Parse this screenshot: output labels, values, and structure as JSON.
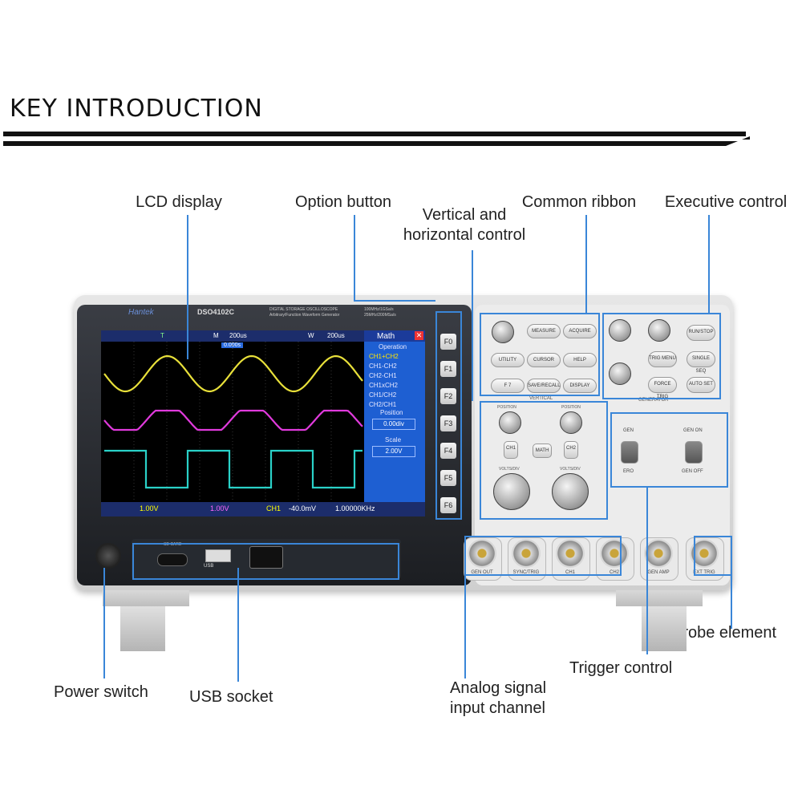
{
  "page": {
    "title": "KEY INTRODUCTION"
  },
  "callouts": {
    "lcd_display": "LCD display",
    "option_button": "Option button",
    "vertical_horizontal_line1": "Vertical and",
    "vertical_horizontal_line2": "horizontal control",
    "common_ribbon": "Common ribbon",
    "executive_control": "Executive control",
    "probe_element": "Probe element",
    "trigger_control": "Trigger control",
    "power_switch": "Power switch",
    "usb_socket": "USB socket",
    "analog_line1": "Analog signal",
    "analog_line2": "input channel"
  },
  "device": {
    "brand": "Hantek",
    "model": "DSO4102C",
    "description_line1": "DIGITAL STORAGE OSCILLOSCOPE",
    "description_line2": "Arbitrary/Function Waveform Generator",
    "spec_line1": "100MHz/1GSa/s",
    "spec_line2": "25MHz/200MSa/s",
    "sd_label": "SD CARD",
    "usb_label": "USB",
    "generator_label": "GENERATOR",
    "vertical_label": "VERTICAL"
  },
  "screen": {
    "top": {
      "mode": "T",
      "m_label": "M",
      "m_value": "200us",
      "w_label": "W",
      "w_value": "200us",
      "offset": "0.000s"
    },
    "math_menu": {
      "title": "Math",
      "operation_label": "Operation",
      "options": [
        "CH1+CH2",
        "CH1-CH2",
        "CH2-CH1",
        "CH1xCH2",
        "CH1/CH2",
        "CH2/CH1"
      ],
      "position_label": "Position",
      "position_value": "0.00div",
      "scale_label": "Scale",
      "scale_value": "2.00V"
    },
    "bottom": {
      "ch1_scale": "1.00V",
      "ch2_scale": "1.00V",
      "trigger_ch": "CH1",
      "trigger_level": "-40.0mV",
      "frequency": "1.00000KHz"
    },
    "trace_colors": {
      "ch1": "#e8e03a",
      "ch2": "#e03adc",
      "math": "#2ad1c8"
    }
  },
  "fkeys": [
    "F0",
    "F1",
    "F2",
    "F3",
    "F4",
    "F5",
    "F6"
  ],
  "buttons": {
    "measure": "MEASURE",
    "acquire": "ACQUIRE",
    "utility": "UTILITY",
    "cursor": "CURSOR",
    "help": "HELP",
    "f7": "F 7",
    "save_recall": "SAVE/RECALL",
    "display": "DISPLAY",
    "run_stop": "RUN/STOP",
    "single": "SINGLE SEQ",
    "auto": "AUTO SET",
    "trig_menu": "TRIG MENU",
    "force": "FORCE TRIG",
    "ch1_menu": "CH1",
    "math": "MATH",
    "ch2_menu": "CH2",
    "gen": "GEN",
    "gen_on": "GEN ON",
    "gen_off": "GEN OFF",
    "ero": "ERO"
  },
  "knob_labels": {
    "position_1": "POSITION",
    "position_2": "POSITION",
    "volts_1": "VOLTS/DIV",
    "volts_2": "VOLTS/DIV"
  },
  "connectors": [
    "GEN OUT",
    "SYNC/TRIG",
    "CH1",
    "CH2",
    "GEN AMP",
    "EXT TRIG"
  ],
  "accent_color": "#3a86d8"
}
